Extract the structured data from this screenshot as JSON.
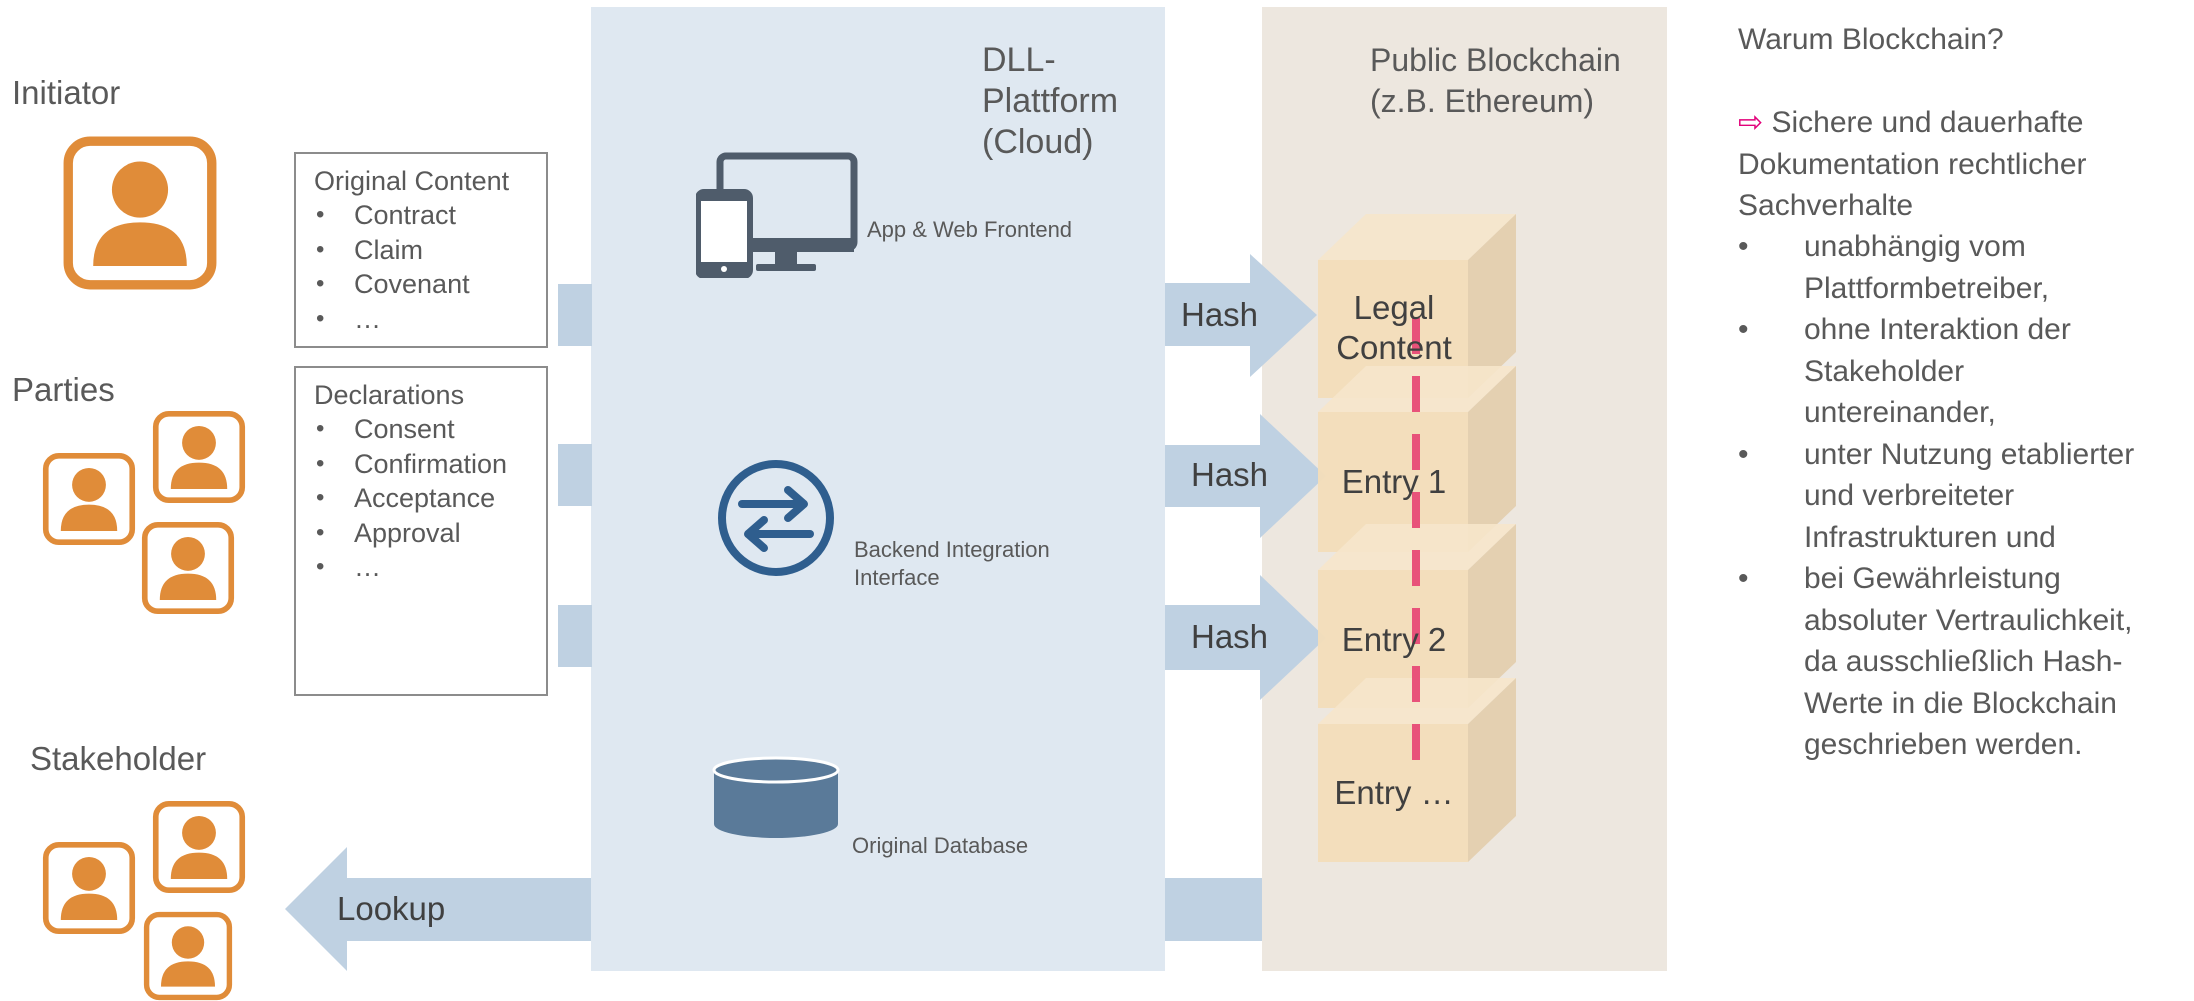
{
  "roles": {
    "initiator": "Initiator",
    "parties": "Parties",
    "stakeholder": "Stakeholder"
  },
  "original_content_box": {
    "title": "Original Content",
    "items": [
      "Contract",
      "Claim",
      "Covenant",
      "…"
    ]
  },
  "declarations_box": {
    "title": "Declarations",
    "items": [
      "Consent",
      "Confirmation",
      "Acceptance",
      "Approval",
      "…"
    ]
  },
  "dll_platform": {
    "title_lines": [
      "DLL-",
      "Plattform",
      "(Cloud)"
    ],
    "frontend_label": "App & Web Frontend",
    "backend_label_lines": [
      "Backend Integration",
      "Interface"
    ],
    "database_label": "Original Database"
  },
  "public_blockchain": {
    "title_lines": [
      "Public Blockchain",
      "(z.B. Ethereum)"
    ],
    "blocks": [
      {
        "label_lines": [
          "Legal",
          "Content"
        ]
      },
      {
        "label_lines": [
          "Entry 1"
        ]
      },
      {
        "label_lines": [
          "Entry 2"
        ]
      },
      {
        "label_lines": [
          "Entry …"
        ]
      }
    ]
  },
  "arrows": {
    "hash_labels": [
      "Hash",
      "Hash",
      "Hash"
    ],
    "lookup_label": "Lookup"
  },
  "why_blockchain": {
    "heading": "Warum Blockchain?",
    "arrow_glyph": "⇨",
    "intro_lines": [
      "Sichere und dauerhafte",
      "Dokumentation rechtlicher",
      "Sachverhalte"
    ],
    "points": [
      [
        "unabhängig vom",
        "Plattformbetreiber,"
      ],
      [
        "ohne Interaktion der",
        "Stakeholder",
        "untereinander,"
      ],
      [
        "unter Nutzung etablierter",
        "und verbreiteter",
        "Infrastrukturen und"
      ],
      [
        "bei Gewährleistung",
        "absoluter Vertraulichkeit,",
        "da ausschließlich Hash-",
        "Werte in die Blockchain",
        "geschrieben werden."
      ]
    ]
  },
  "colors": {
    "person_orange": "#e08c39",
    "arrow_blue": "#bfd1e2",
    "icon_slate": "#4f5c6b",
    "icon_blue": "#2f5e8e",
    "db_blue": "#5a7a99",
    "block_beige": "#f3ddb9",
    "chain_dash_pink": "#e8527a",
    "accent_magenta": "#e2007a"
  }
}
